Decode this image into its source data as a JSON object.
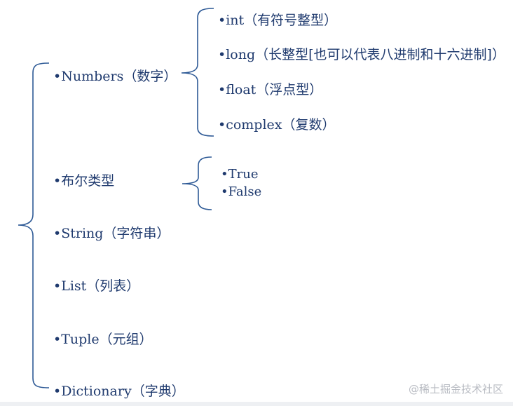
{
  "diagram": {
    "root_items": [
      {
        "id": "numbers",
        "label": "•Numbers（数字）"
      },
      {
        "id": "bool",
        "label": "•布尔类型"
      },
      {
        "id": "string",
        "label": "•String（字符串）"
      },
      {
        "id": "list",
        "label": "•List（列表）"
      },
      {
        "id": "tuple",
        "label": "•Tuple（元组）"
      },
      {
        "id": "dictionary",
        "label": "•Dictionary（字典）"
      }
    ],
    "numbers_children": [
      {
        "id": "int",
        "label": "•int（有符号整型）"
      },
      {
        "id": "long",
        "label": "•long（长整型[也可以代表八进制和十六进制]）"
      },
      {
        "id": "float",
        "label": "•float（浮点型）"
      },
      {
        "id": "complex",
        "label": "•complex（复数）"
      }
    ],
    "bool_children": [
      {
        "id": "true",
        "label": "•True"
      },
      {
        "id": "false",
        "label": "•False"
      }
    ]
  },
  "watermark": "@稀土掘金技术社区",
  "colors": {
    "text": "#1f3a6e",
    "bracket": "#2e5a96",
    "watermark": "#b9bcc3"
  }
}
